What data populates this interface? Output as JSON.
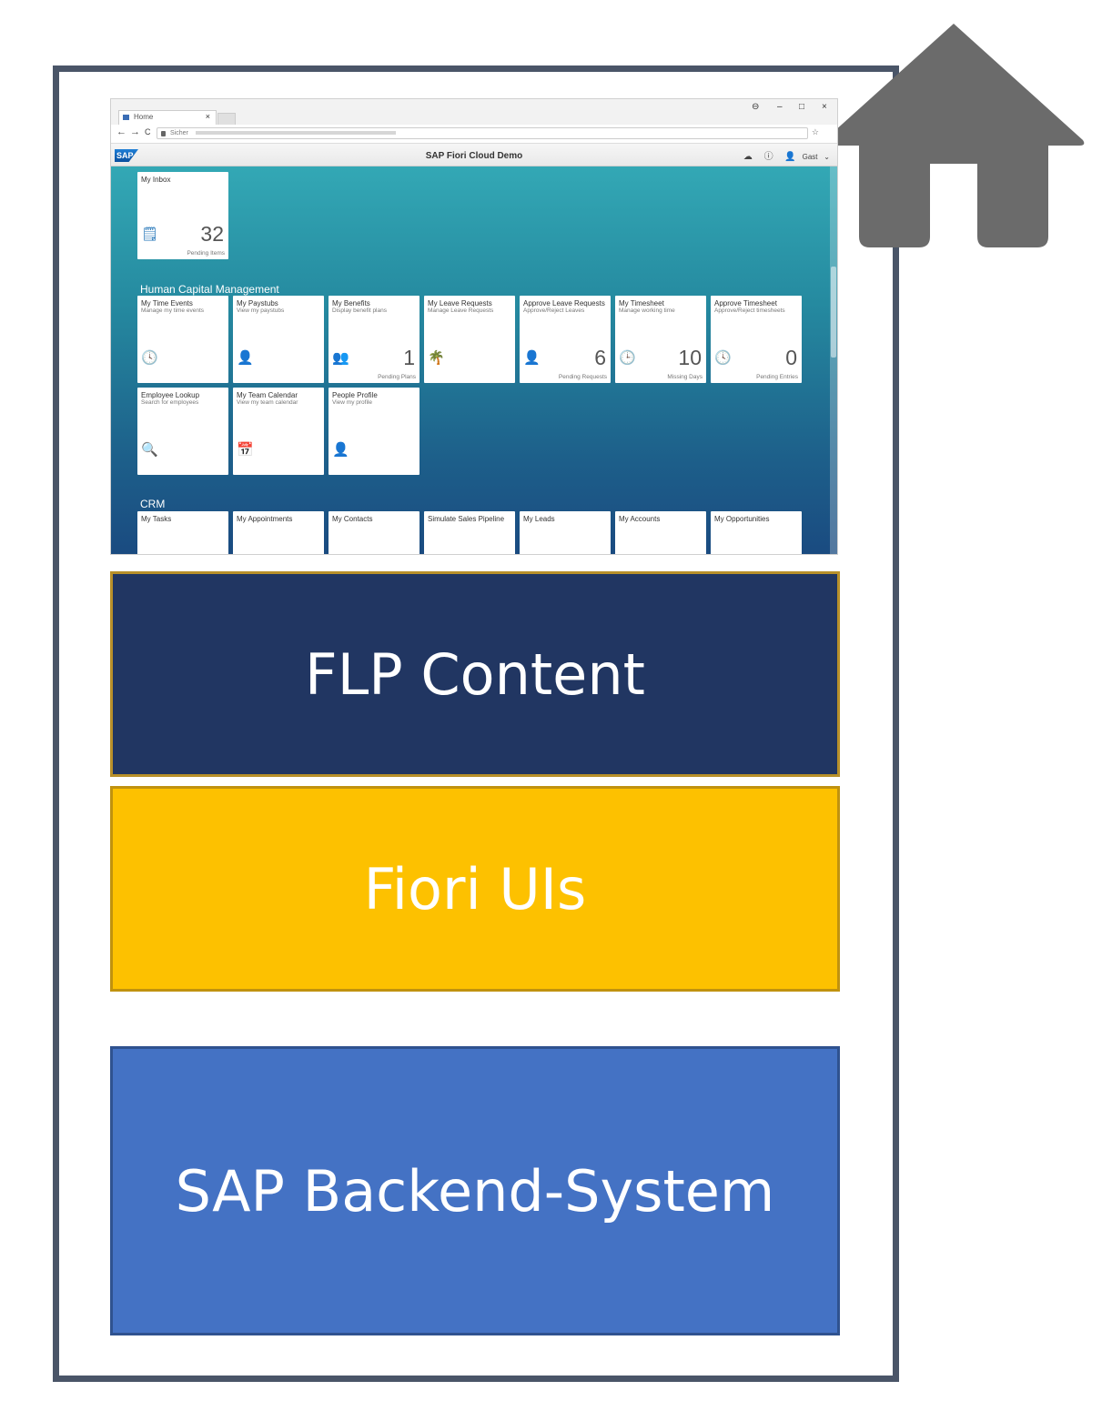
{
  "browser": {
    "tab_label": "Home",
    "tab_close": "×",
    "window_controls": [
      "⊖",
      "–",
      "□",
      "×"
    ],
    "nav_buttons": [
      "←",
      "→",
      "C"
    ],
    "url_secure": "Sicher",
    "shell_title": "SAP Fiori Cloud Demo",
    "user_label": "Gast",
    "logo_text": "SAP"
  },
  "inbox_tile": {
    "title": "My Inbox",
    "number": "32",
    "footer": "Pending Items"
  },
  "groups": [
    {
      "title": "Human Capital Management",
      "tiles": [
        {
          "title": "My Time Events",
          "subtitle": "Manage my time events",
          "number": "",
          "footer": ""
        },
        {
          "title": "My Paystubs",
          "subtitle": "View my paystubs",
          "number": "",
          "footer": ""
        },
        {
          "title": "My Benefits",
          "subtitle": "Display benefit plans",
          "number": "1",
          "footer": "Pending Plans"
        },
        {
          "title": "My Leave Requests",
          "subtitle": "Manage Leave Requests",
          "number": "",
          "footer": ""
        },
        {
          "title": "Approve Leave Requests",
          "subtitle": "Approve/Reject Leaves",
          "number": "6",
          "footer": "Pending Requests"
        },
        {
          "title": "My Timesheet",
          "subtitle": "Manage working time",
          "number": "10",
          "footer": "Missing Days"
        },
        {
          "title": "Approve Timesheet",
          "subtitle": "Approve/Reject timesheets",
          "number": "0",
          "footer": "Pending Entries"
        },
        {
          "title": "Employee Lookup",
          "subtitle": "Search for employees",
          "number": "",
          "footer": ""
        },
        {
          "title": "My Team Calendar",
          "subtitle": "View my team calendar",
          "number": "",
          "footer": ""
        },
        {
          "title": "People Profile",
          "subtitle": "View my profile",
          "number": "",
          "footer": ""
        }
      ]
    },
    {
      "title": "CRM",
      "tiles": [
        {
          "title": "My Tasks"
        },
        {
          "title": "My Appointments"
        },
        {
          "title": "My Contacts"
        },
        {
          "title": "Simulate Sales Pipeline"
        },
        {
          "title": "My Leads"
        },
        {
          "title": "My Accounts"
        },
        {
          "title": "My Opportunities"
        }
      ]
    }
  ],
  "layers": {
    "flp": "FLP Content",
    "fiori": "Fiori UIs",
    "backend": "SAP Backend-System"
  },
  "colors": {
    "flp": "#213662",
    "fiori": "#fdc100",
    "backend": "#4472c4",
    "house": "#6b6b6b",
    "frame": "#4a5568"
  },
  "icons": {
    "house": "house-icon"
  }
}
